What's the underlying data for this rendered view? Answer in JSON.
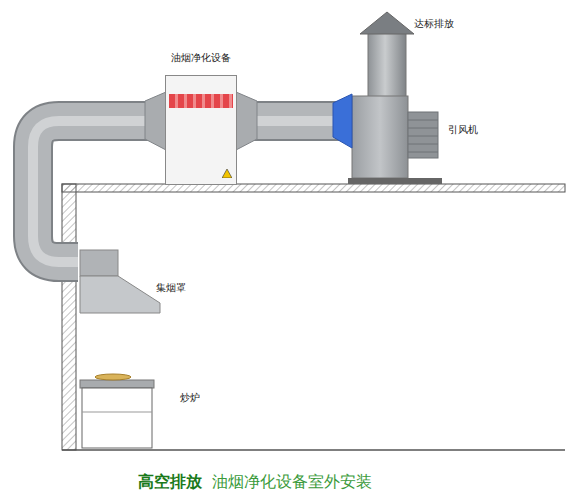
{
  "diagram": {
    "caption": "高空排放",
    "nodes": [
      {
        "text": [
          "油烟净化设备"
        ]
      },
      {
        "text": [
          "引风机"
        ]
      },
      {
        "text": [
          "集烟罩"
        ]
      },
      {
        "text": [
          "炒炉"
        ]
      }
    ],
    "edges": [
      {
        "from": 2,
        "to": 0,
        "arrow": "none"
      },
      {
        "from": 0,
        "to": 1,
        "arrow": "none"
      }
    ],
    "labels": [
      "达标排放",
      "油烟净化设备室外安装"
    ]
  }
}
